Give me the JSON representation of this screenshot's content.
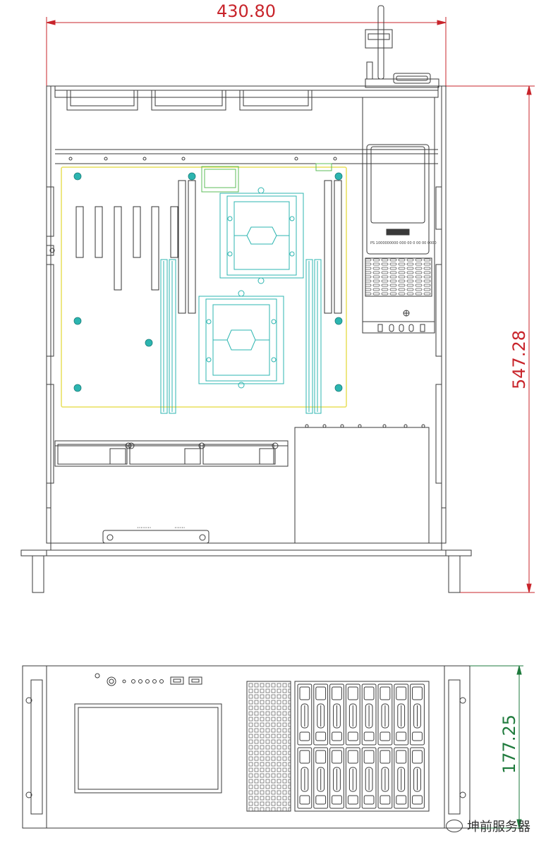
{
  "dimensions": {
    "width_label": "430.80",
    "depth_label": "547.28",
    "height_label": "177.25"
  },
  "colors": {
    "line": "#3a3a3a",
    "dim_red": "#c8242b",
    "dim_green": "#1e7a3c",
    "board_yellow": "#e8df5a",
    "cyan": "#2cb5b0"
  },
  "watermark": {
    "icon": "wechat-icon",
    "text": "坤前服务器"
  }
}
